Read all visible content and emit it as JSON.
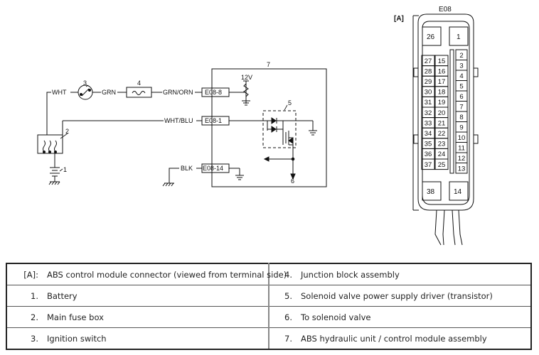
{
  "diagram": {
    "wire_labels": {
      "wht": "WHT",
      "grn": "GRN",
      "grn_orn": "GRN/ORN",
      "wht_blu": "WHT/BLU",
      "blk": "BLK"
    },
    "terminals": {
      "e08_8": "E08-8",
      "e08_1": "E08-1",
      "e08_14": "E08-14"
    },
    "voltage": "12V",
    "callouts": {
      "n1": "1",
      "n2": "2",
      "n3": "3",
      "n4": "4",
      "n5": "5",
      "n6": "6",
      "n7": "7"
    }
  },
  "connector": {
    "marker": "[A]",
    "title": "E08",
    "top_left_pin": "26",
    "top_right_pin": "1",
    "bottom_left_pin": "38",
    "bottom_right_pin": "14",
    "col_a": [
      "27",
      "28",
      "29",
      "30",
      "31",
      "32",
      "33",
      "34",
      "35",
      "36",
      "37"
    ],
    "col_b": [
      "15",
      "16",
      "17",
      "18",
      "19",
      "20",
      "21",
      "22",
      "23",
      "24",
      "25"
    ],
    "col_c": [
      "2",
      "3",
      "4",
      "5",
      "6",
      "7",
      "8",
      "9",
      "10",
      "11",
      "12",
      "13"
    ]
  },
  "legend": {
    "rows": [
      {
        "lk": "[A]:",
        "ld": "ABS control module connector (viewed from terminal side)",
        "rk": "4.",
        "rd": "Junction block assembly"
      },
      {
        "lk": "1.",
        "ld": "Battery",
        "rk": "5.",
        "rd": "Solenoid valve power supply driver (transistor)"
      },
      {
        "lk": "2.",
        "ld": "Main fuse box",
        "rk": "6.",
        "rd": "To solenoid valve"
      },
      {
        "lk": "3.",
        "ld": "Ignition switch",
        "rk": "7.",
        "rd": "ABS hydraulic unit / control module assembly"
      }
    ]
  }
}
